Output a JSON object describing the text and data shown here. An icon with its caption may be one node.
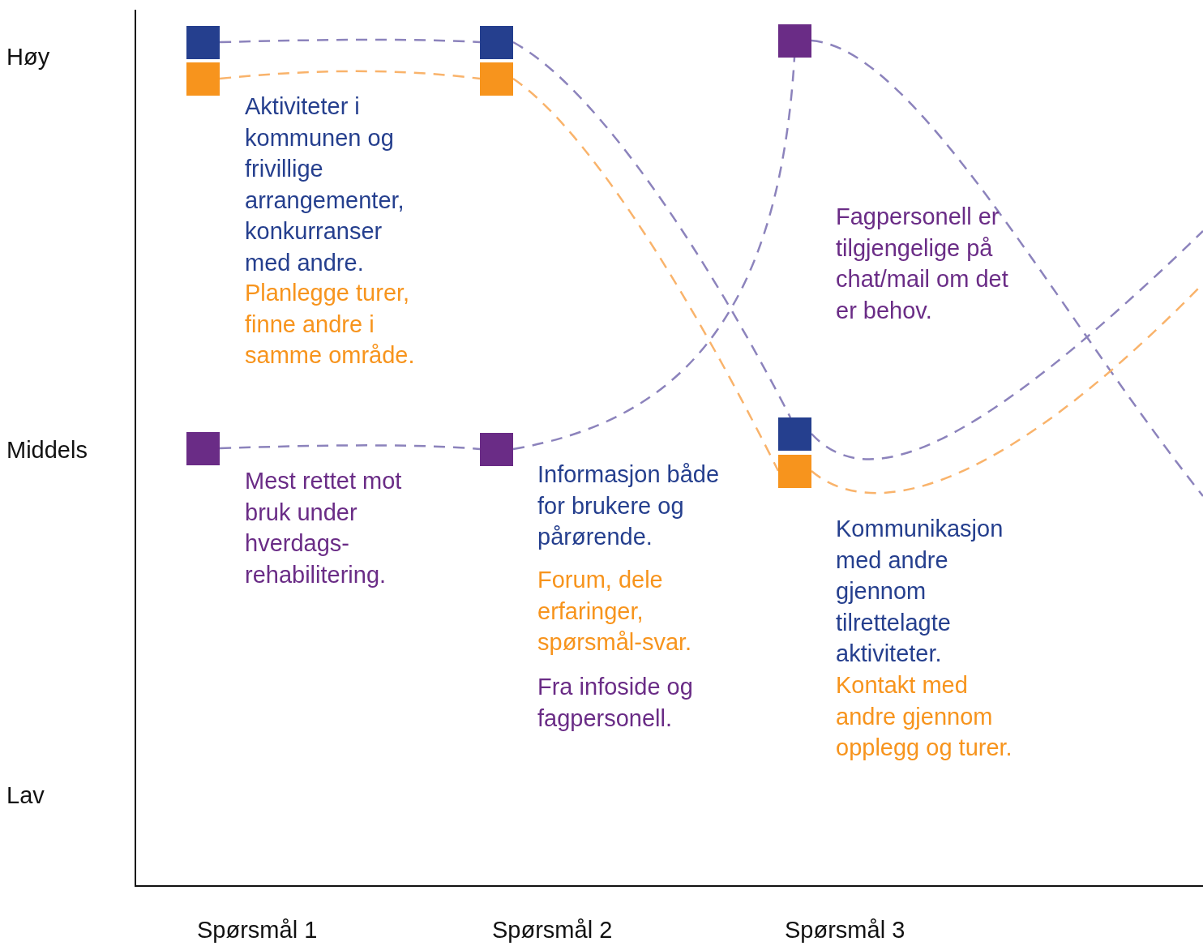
{
  "diagram": {
    "nodes": [
      {
        "text": [],
        "shape": "box"
      },
      {
        "text": [],
        "shape": "box"
      },
      {
        "text": [],
        "shape": "box",
        "beside": [
          "Mest rettet mot bruk under hverdags-rehabilitering."
        ]
      },
      {
        "text": [],
        "shape": "box"
      },
      {
        "text": [],
        "shape": "box"
      },
      {
        "text": [],
        "shape": "box"
      },
      {
        "text": [],
        "shape": "box"
      },
      {
        "text": [],
        "shape": "box"
      },
      {
        "text": [],
        "shape": "box"
      }
    ],
    "edges": [
      {
        "from": 0,
        "to": 3,
        "arrow": "none",
        "style": "dashed"
      },
      {
        "from": 1,
        "to": 4,
        "arrow": "none",
        "style": "dashed",
        "color": "#f9b36b"
      },
      {
        "from": 2,
        "to": 5,
        "arrow": "none",
        "style": "dashed"
      },
      {
        "from": 3,
        "to": 7,
        "arrow": "none",
        "style": "dashed"
      },
      {
        "from": 4,
        "to": 8,
        "arrow": "none",
        "style": "dashed",
        "color": "#f9b36b"
      },
      {
        "from": 5,
        "to": 6,
        "arrow": "none",
        "style": "dashed"
      },
      {
        "from": 6,
        "to": null,
        "arrow": "none",
        "style": "dashed"
      },
      {
        "from": 7,
        "to": null,
        "arrow": "none",
        "style": "dashed"
      },
      {
        "from": 8,
        "to": null,
        "arrow": "none",
        "style": "dashed",
        "color": "#f9b36b"
      }
    ],
    "labels": [
      "Høy",
      "Aktiviteter i kommunen og frivillige arrangementer, konkurranser med andre.",
      "Planlegge turer, finne andre i samme område.",
      "Fagpersonell er tilgjengelige på chat/mail om det er behov.",
      "Middels",
      "Informasjon både for brukere og pårørende.",
      "Forum, dele erfaringer, spørsmål-svar.",
      "Fra infoside og fagpersonell.",
      "Kommunikasjon med andre gjennom tilrettelagte aktiviteter.",
      "Kontakt med andre gjennom opplegg og turer.",
      "Lav",
      "Spørsmål 1",
      "Spørsmål 2",
      "Spørsmål 3"
    ]
  }
}
